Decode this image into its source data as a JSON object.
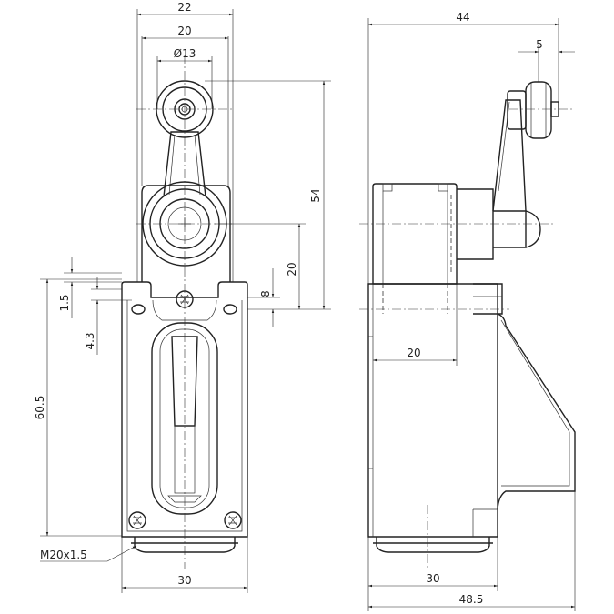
{
  "front_view": {
    "dims": {
      "width_22": "22",
      "width_20": "20",
      "roller_dia": "Ø13",
      "height_54": "54",
      "height_20": "20",
      "dim_8": "8",
      "dim_1_5": "1.5",
      "dim_4_3": "4.3",
      "height_60_5": "60.5",
      "thread": "M20x1.5",
      "base_30": "30"
    }
  },
  "side_view": {
    "dims": {
      "total_44": "44",
      "offset_5": "5",
      "depth_20": "20",
      "body_30": "30",
      "total_48_5": "48.5"
    }
  }
}
